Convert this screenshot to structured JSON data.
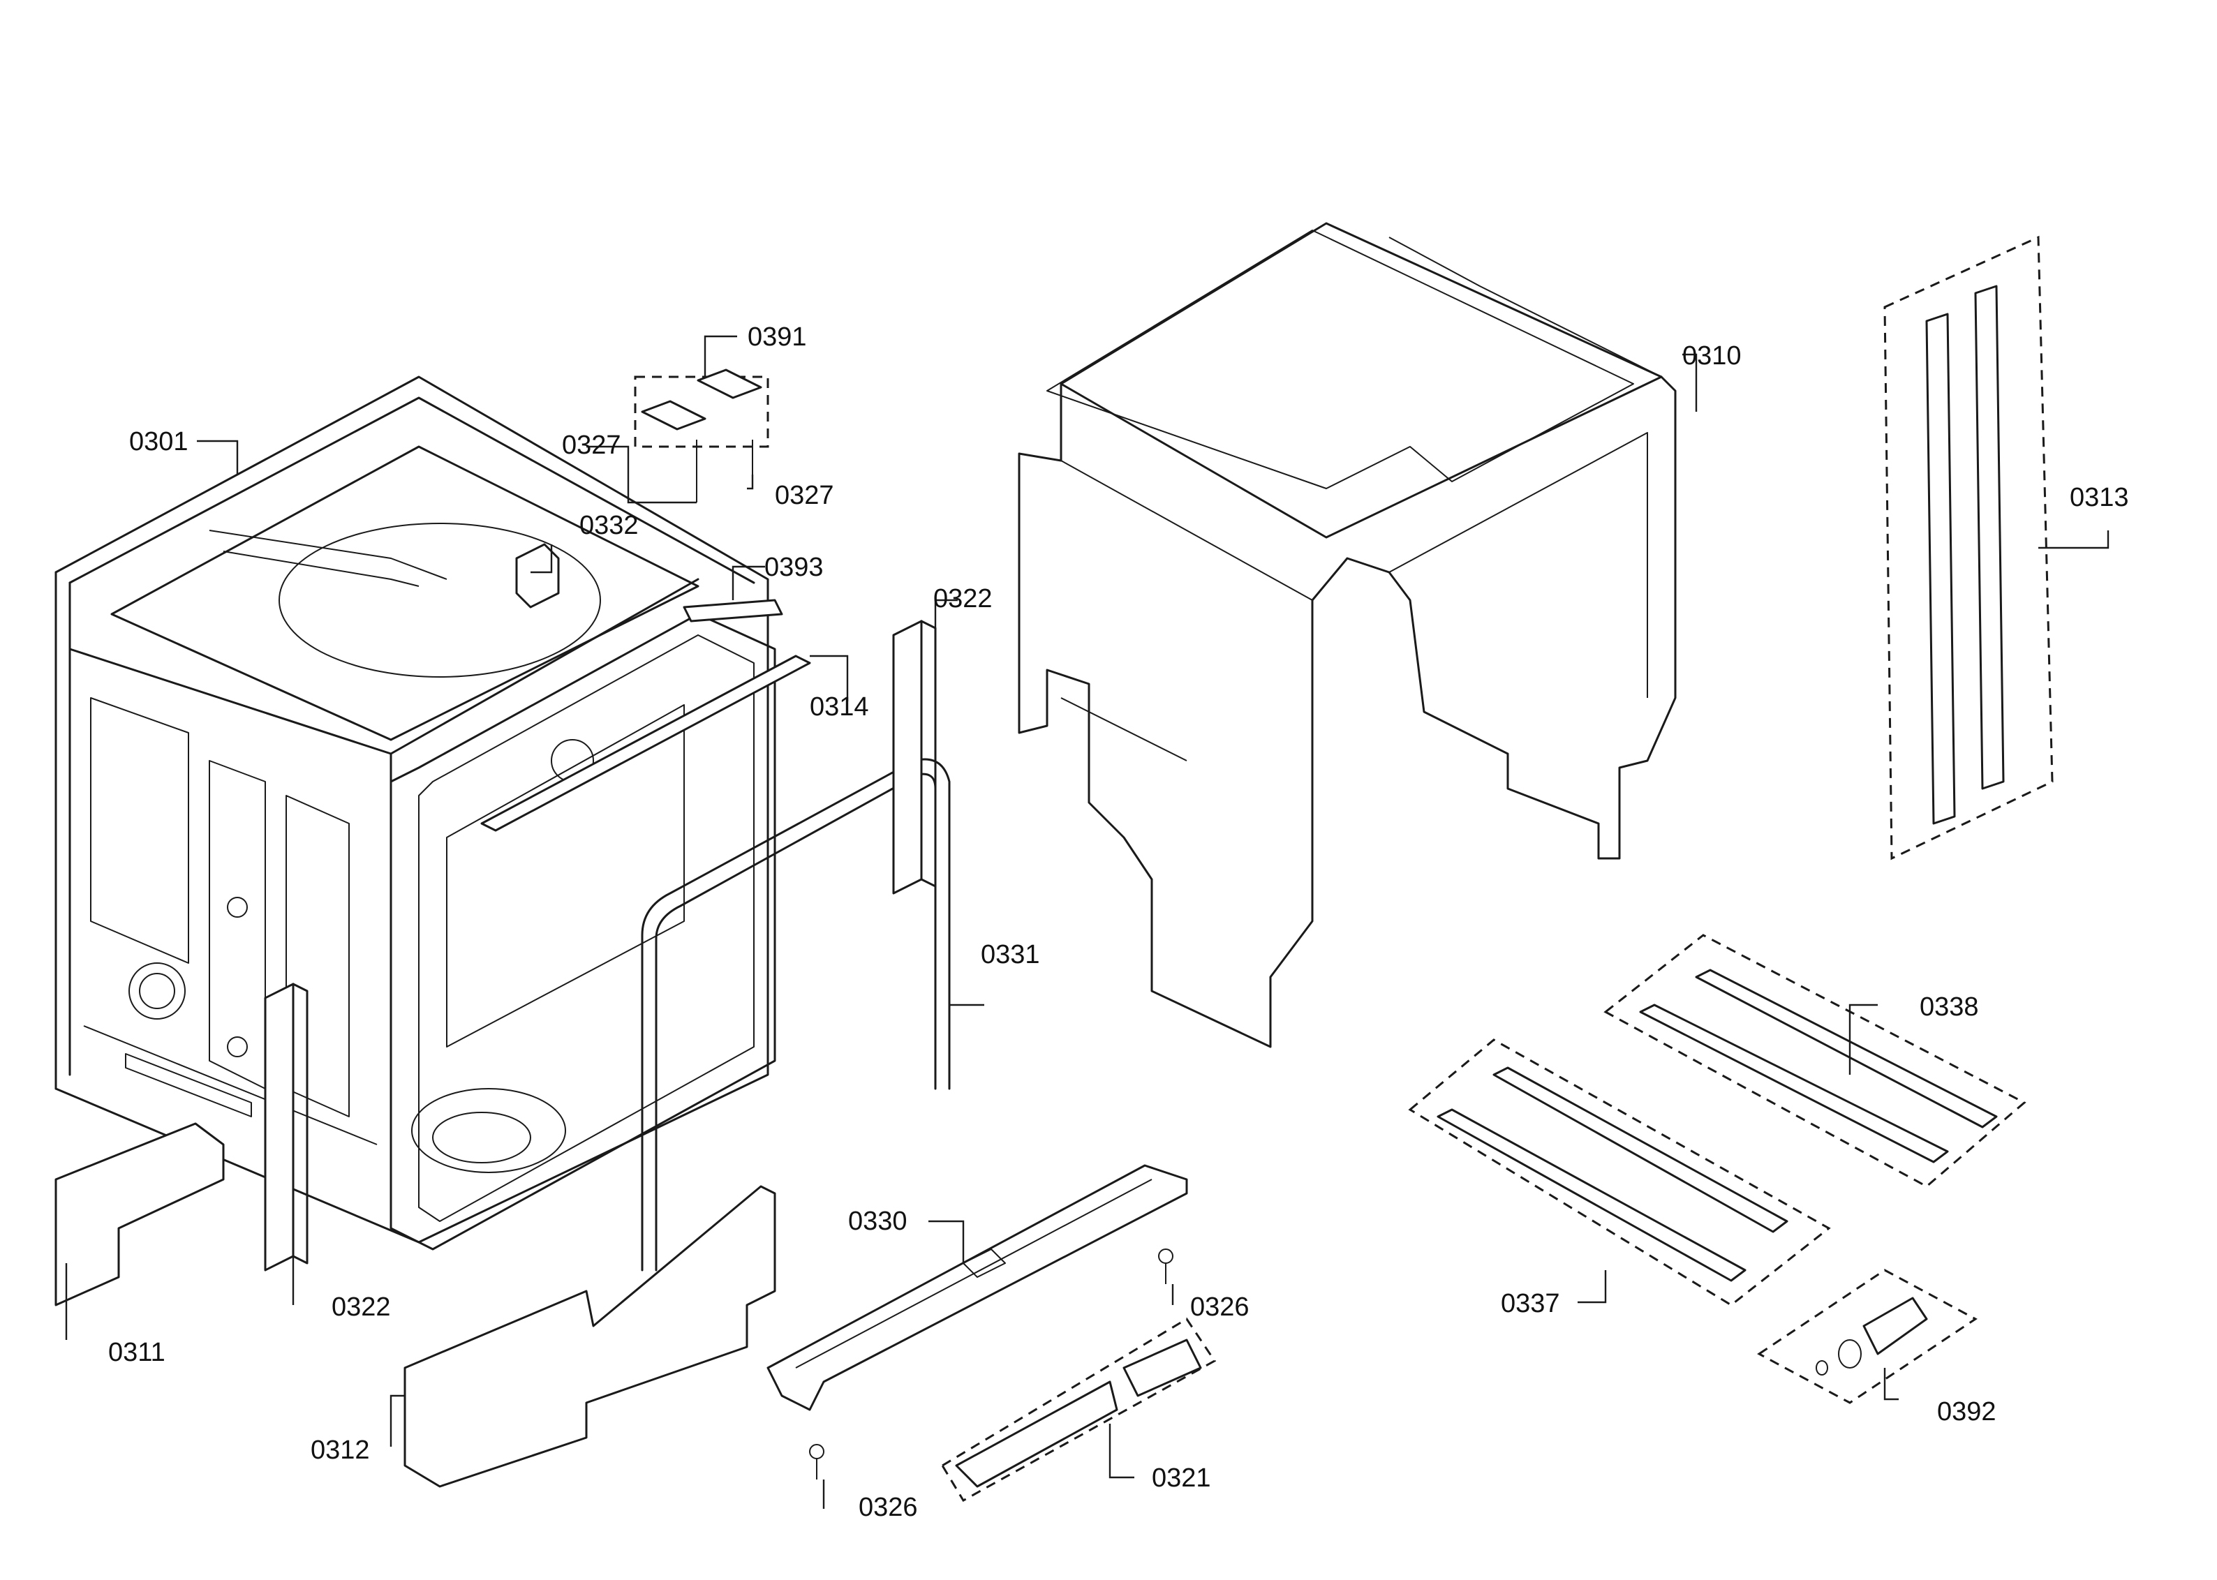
{
  "labels": {
    "p0301": "0301",
    "p0310": "0310",
    "p0311": "0311",
    "p0312": "0312",
    "p0313": "0313",
    "p0314": "0314",
    "p0321": "0321",
    "p0322a": "0322",
    "p0322b": "0322",
    "p0326a": "0326",
    "p0326b": "0326",
    "p0327a": "0327",
    "p0327b": "0327",
    "p0330": "0330",
    "p0331": "0331",
    "p0332": "0332",
    "p0337": "0337",
    "p0338": "0338",
    "p0391": "0391",
    "p0392": "0392",
    "p0393": "0393"
  }
}
